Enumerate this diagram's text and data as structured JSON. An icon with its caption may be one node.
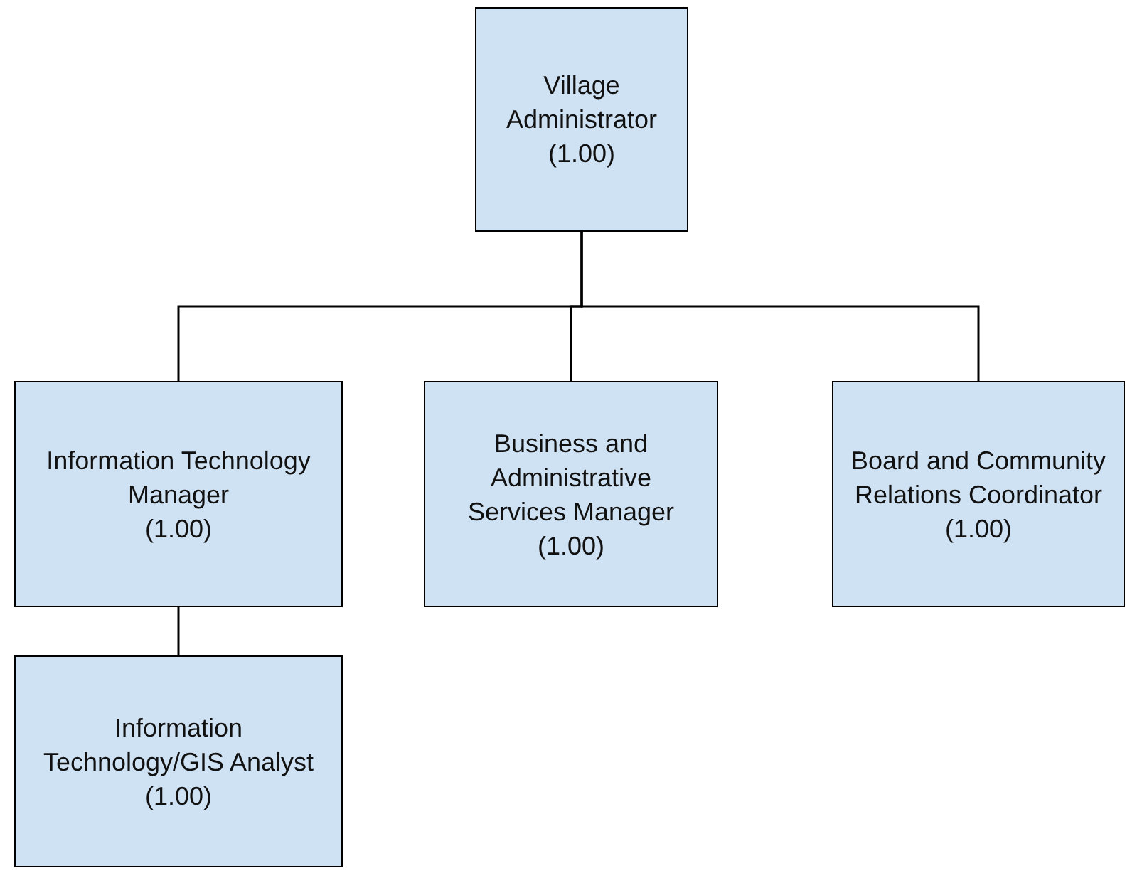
{
  "diagram": {
    "nodes": [
      {
        "text": [
          "Village Administrator",
          "(1.00)"
        ]
      },
      {
        "text": [
          "Information Technology Manager",
          "(1.00)"
        ]
      },
      {
        "text": [
          "Business and Administrative Services Manager",
          "(1.00)"
        ]
      },
      {
        "text": [
          "Board and Community Relations Coordinator",
          "(1.00)"
        ]
      },
      {
        "text": [
          "Information Technology/GIS Analyst",
          "(1.00)"
        ]
      }
    ],
    "edges": [
      {
        "from": 0,
        "to": 1,
        "arrow": "none"
      },
      {
        "from": 0,
        "to": 2,
        "arrow": "none"
      },
      {
        "from": 0,
        "to": 3,
        "arrow": "none"
      },
      {
        "from": 1,
        "to": 4,
        "arrow": "none"
      }
    ]
  }
}
